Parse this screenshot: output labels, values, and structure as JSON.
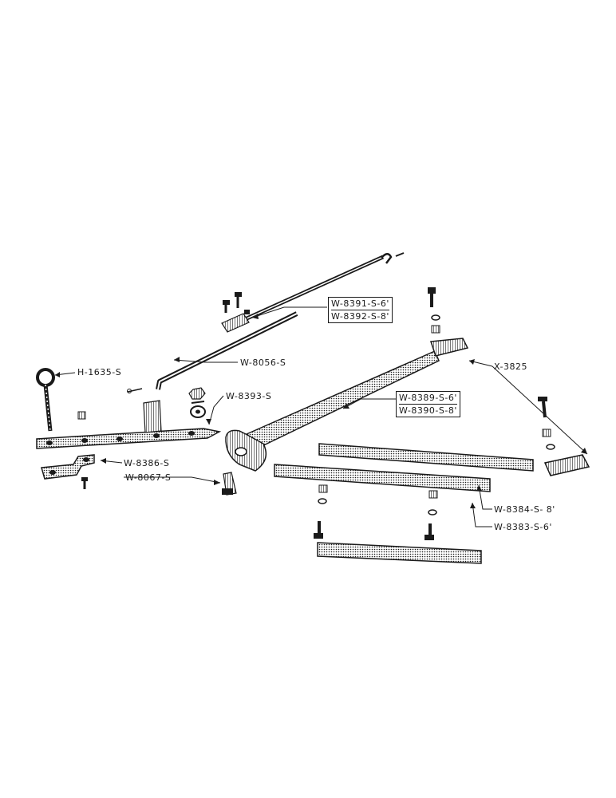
{
  "labels": {
    "w8391": "W-8391-S-6'",
    "w8392": "W-8392-S-8'",
    "h1635": "H-1635-S",
    "w8056": "W-8056-S",
    "w8393": "W-8393-S",
    "x3825": "X-3825",
    "w8389": "W-8389-S-6'",
    "w8390": "W-8390-S-8'",
    "w8386": "W-8386-S",
    "w8067": "W-8067-S",
    "w8384": "W-8384-S- 8'",
    "w8383": "W-8383-S-6'"
  },
  "colors": {
    "ink": "#1a1a1a",
    "shade": "#6b6b6b",
    "paper": "#ffffff"
  }
}
